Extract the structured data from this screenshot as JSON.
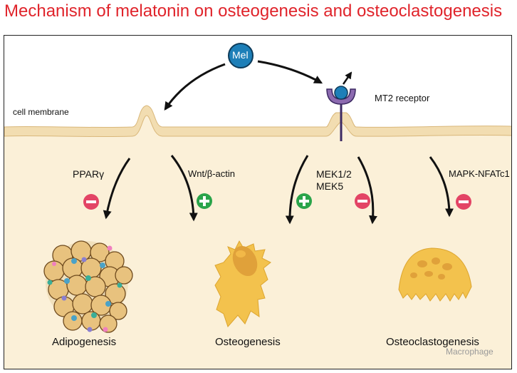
{
  "title": "Mechanism of melatonin on osteogenesis and osteoclastogenesis",
  "labels": {
    "mel": "Mel",
    "receptor": "MT2 receptor",
    "membrane": "cell membrane",
    "pparg": "PPARγ",
    "wnt": "Wnt/β-actin",
    "mek1": "MEK1/2",
    "mek5": "MEK5",
    "mapk": "MAPK-NFATc1",
    "adipogenesis": "Adipogenesis",
    "osteogenesis": "Osteogenesis",
    "osteoclastogenesis": "Osteoclastogenesis",
    "macrophage": "Macrophage"
  },
  "colors": {
    "title": "#e0242b",
    "cytoplasm": "#fbf0d8",
    "membrane": "#f2ddb1",
    "mel": "#1d7fb8",
    "receptor": "#8c6ab0",
    "promote": "#2aa44a",
    "inhibit": "#e34465",
    "cell": "#f3c24d"
  },
  "icons": [
    "plus-sign-icon",
    "minus-sign-icon",
    "arrow-icon"
  ]
}
